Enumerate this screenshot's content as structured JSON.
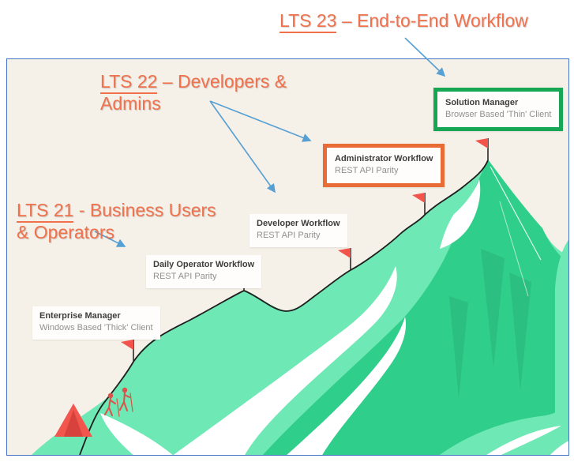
{
  "callouts": {
    "lts23": {
      "prefix": "LTS 23",
      "rest": " – End-to-End Workflow"
    },
    "lts22": {
      "prefix": "LTS 22",
      "rest": " – Developers & Admins"
    },
    "lts21": {
      "prefix": "LTS 21",
      "rest": " - Business Users & Operators"
    }
  },
  "milestones": [
    {
      "title": "Enterprise Manager",
      "subtitle": "Windows Based 'Thick' Client",
      "highlight": "none"
    },
    {
      "title": "Daily Operator Workflow",
      "subtitle": "REST API Parity",
      "highlight": "none"
    },
    {
      "title": "Developer Workflow",
      "subtitle": "REST API Parity",
      "highlight": "none"
    },
    {
      "title": "Administrator Workflow",
      "subtitle": "REST API Parity",
      "highlight": "orange"
    },
    {
      "title": "Solution Manager",
      "subtitle": "Browser Based 'Thin' Client",
      "highlight": "green"
    }
  ],
  "icons": {
    "flag-icon": "red pennant on pole marking each milestone",
    "tent-icon": "red base-camp tent",
    "climbers-icon": "two hikers with trekking poles",
    "arrow-icon": "thin light-blue pointer arrow",
    "mountain-illustration": "stylized green mountain with snow streaks and summit"
  },
  "colors": {
    "callout_text": "#f0714b",
    "arrow": "#56a0d3",
    "frame_border": "#4472c4",
    "canvas_background": "#f5f0e8",
    "mountain_light": "#6ee8b4",
    "mountain_dark": "#2fce8b",
    "flag_red": "#f2544c",
    "tent_red": "#f2564c",
    "highlight_green": "#17a653",
    "highlight_orange": "#e96b36",
    "milestone_title": "#3d3d3d",
    "milestone_subtitle": "#909090",
    "trail": "#1f1f1f"
  }
}
